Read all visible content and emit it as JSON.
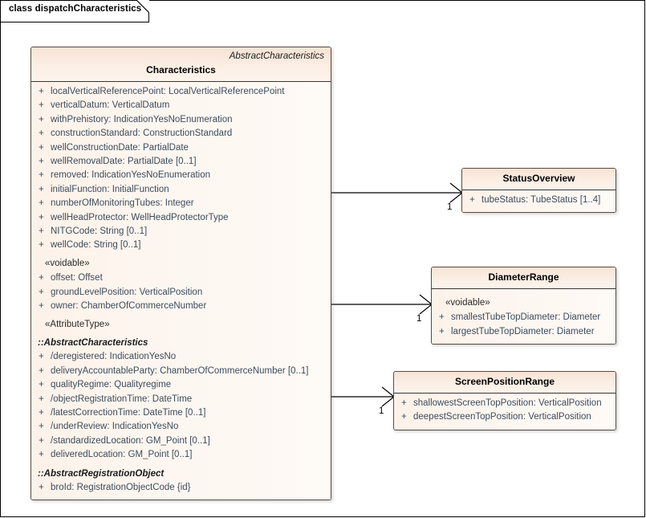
{
  "frame": {
    "tab_label": "class dispatchCharacteristics"
  },
  "colors": {
    "header_fill": "#f7e3d4",
    "body_fill": "#fdf6f0",
    "border": "#5b4a42",
    "attr_text": "#3c4c5c",
    "name_text": "#000000",
    "connector": "#000000",
    "canvas": "#ffffff"
  },
  "main_class": {
    "parent": "AbstractCharacteristics",
    "name": "Characteristics",
    "sections": [
      {
        "kind": "attributes",
        "items": [
          {
            "visibility": "+",
            "text": "localVerticalReferencePoint: LocalVerticalReferencePoint"
          },
          {
            "visibility": "+",
            "text": "verticalDatum: VerticalDatum"
          },
          {
            "visibility": "+",
            "text": "withPrehistory: IndicationYesNoEnumeration"
          },
          {
            "visibility": "+",
            "text": "constructionStandard: ConstructionStandard"
          },
          {
            "visibility": "+",
            "text": "wellConstructionDate: PartialDate"
          },
          {
            "visibility": "+",
            "text": "wellRemovalDate: PartialDate [0..1]"
          },
          {
            "visibility": "+",
            "text": "removed: IndicationYesNoEnumeration"
          },
          {
            "visibility": "+",
            "text": "initialFunction: InitialFunction"
          },
          {
            "visibility": "+",
            "text": "numberOfMonitoringTubes: Integer"
          },
          {
            "visibility": "+",
            "text": "wellHeadProtector: WellHeadProtectorType"
          },
          {
            "visibility": "+",
            "text": "NITGCode: String [0..1]"
          },
          {
            "visibility": "+",
            "text": "wellCode: String [0..1]"
          }
        ]
      },
      {
        "kind": "stereotype",
        "label": "«voidable»",
        "items": [
          {
            "visibility": "+",
            "text": "offset: Offset"
          },
          {
            "visibility": "+",
            "text": "groundLevelPosition: VerticalPosition"
          },
          {
            "visibility": "+",
            "text": "owner: ChamberOfCommerceNumber"
          }
        ]
      },
      {
        "kind": "stereotype",
        "label": "«AttributeType»",
        "items": []
      },
      {
        "kind": "inherited",
        "label": "::AbstractCharacteristics",
        "items": [
          {
            "visibility": "+",
            "text": "/deregistered: IndicationYesNo"
          },
          {
            "visibility": "+",
            "text": "deliveryAccountableParty: ChamberOfCommerceNumber [0..1]"
          },
          {
            "visibility": "+",
            "text": "qualityRegime: Qualityregime"
          },
          {
            "visibility": "+",
            "text": "/objectRegistrationTime: DateTime"
          },
          {
            "visibility": "+",
            "text": "/latestCorrectionTime: DateTime [0..1]"
          },
          {
            "visibility": "+",
            "text": "/underReview: IndicationYesNo"
          },
          {
            "visibility": "+",
            "text": "/standardizedLocation: GM_Point [0..1]"
          },
          {
            "visibility": "+",
            "text": "deliveredLocation: GM_Point [0..1]"
          }
        ]
      },
      {
        "kind": "inherited",
        "label": "::AbstractRegistrationObject",
        "items": [
          {
            "visibility": "+",
            "text": "broId: RegistrationObjectCode {id}"
          }
        ]
      }
    ]
  },
  "related_classes": [
    {
      "id": "status-overview",
      "name": "StatusOverview",
      "sections": [
        {
          "kind": "attributes",
          "items": [
            {
              "visibility": "+",
              "text": "tubeStatus: TubeStatus [1..4]"
            }
          ]
        }
      ]
    },
    {
      "id": "diameter-range",
      "name": "DiameterRange",
      "sections": [
        {
          "kind": "stereotype",
          "label": "«voidable»",
          "items": [
            {
              "visibility": "+",
              "text": "smallestTubeTopDiameter: Diameter"
            },
            {
              "visibility": "+",
              "text": "largestTubeTopDiameter: Diameter"
            }
          ]
        }
      ]
    },
    {
      "id": "screen-position-range",
      "name": "ScreenPositionRange",
      "sections": [
        {
          "kind": "attributes",
          "items": [
            {
              "visibility": "+",
              "text": "shallowestScreenTopPosition: VerticalPosition"
            },
            {
              "visibility": "+",
              "text": "deepestScreenTopPosition: VerticalPosition"
            }
          ]
        }
      ]
    }
  ],
  "connectors": [
    {
      "id": "assoc-status-overview",
      "multiplicity": "1"
    },
    {
      "id": "assoc-diameter-range",
      "multiplicity": "1"
    },
    {
      "id": "assoc-screen-position-range",
      "multiplicity": "1"
    }
  ]
}
